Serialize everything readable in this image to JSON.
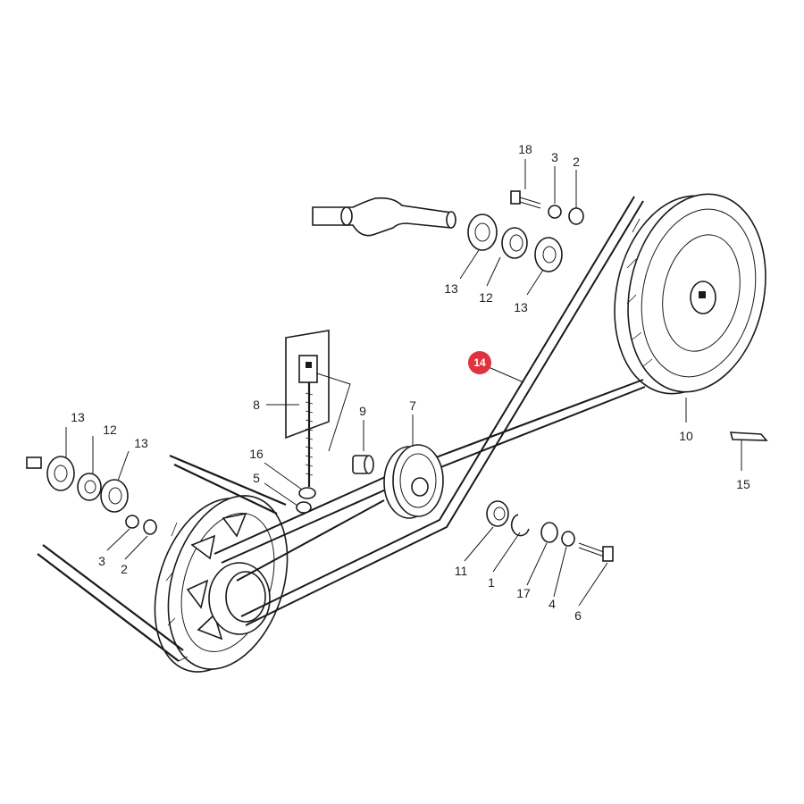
{
  "diagram": {
    "highlight_color": "#e0333d",
    "callouts": [
      {
        "id": "18",
        "text": "18"
      },
      {
        "id": "3a",
        "text": "3"
      },
      {
        "id": "2a",
        "text": "2"
      },
      {
        "id": "13a",
        "text": "13"
      },
      {
        "id": "12a",
        "text": "12"
      },
      {
        "id": "13b",
        "text": "13"
      },
      {
        "id": "14",
        "text": "14"
      },
      {
        "id": "8",
        "text": "8"
      },
      {
        "id": "9",
        "text": "9"
      },
      {
        "id": "7",
        "text": "7"
      },
      {
        "id": "10",
        "text": "10"
      },
      {
        "id": "13c",
        "text": "13"
      },
      {
        "id": "12b",
        "text": "12"
      },
      {
        "id": "13d",
        "text": "13"
      },
      {
        "id": "16",
        "text": "16"
      },
      {
        "id": "5",
        "text": "5"
      },
      {
        "id": "15",
        "text": "15"
      },
      {
        "id": "3b",
        "text": "3"
      },
      {
        "id": "2b",
        "text": "2"
      },
      {
        "id": "11",
        "text": "11"
      },
      {
        "id": "1",
        "text": "1"
      },
      {
        "id": "17",
        "text": "17"
      },
      {
        "id": "4",
        "text": "4"
      },
      {
        "id": "6",
        "text": "6"
      }
    ]
  }
}
